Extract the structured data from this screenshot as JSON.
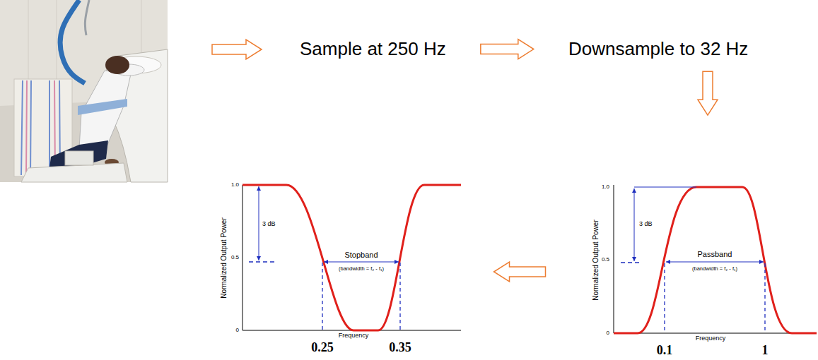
{
  "diagram": {
    "nodes": [
      {
        "text": [
          "Sample at 250 Hz"
        ]
      },
      {
        "text": [
          "Downsample to 32 Hz"
        ]
      },
      {
        "text": [
          "1.0",
          "3 dB",
          "0.5",
          "0",
          "Normalized Output Power",
          "Stopband",
          "(bandwidth = f₂ - f₁)",
          "Frequency",
          "0.25",
          "0.35"
        ]
      },
      {
        "text": [
          "1.0",
          "3 dB",
          "0.5",
          "0",
          "Normalized Output Power",
          "Passband",
          "(bandwidth = f₂ - f₁)",
          "Frequency",
          "0.1",
          "1"
        ]
      }
    ],
    "edges": [
      {
        "from": 0,
        "to": 1,
        "arrow": "to"
      },
      {
        "from": 1,
        "to": 3,
        "arrow": "to"
      },
      {
        "from": 3,
        "to": 2,
        "arrow": "to"
      }
    ]
  }
}
